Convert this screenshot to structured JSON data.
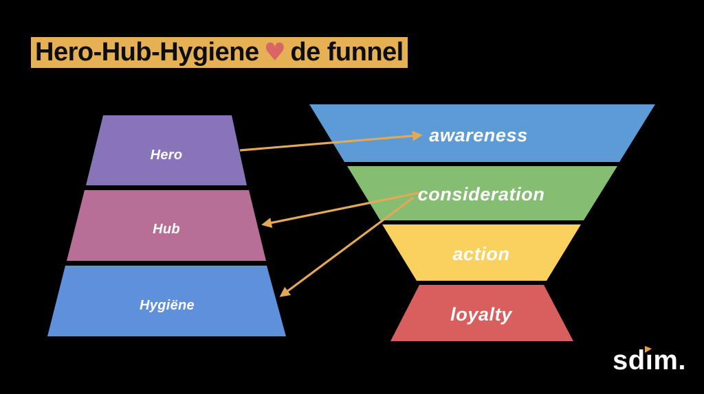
{
  "background_color": "#000000",
  "title": {
    "full_text": "Hero-Hub-Hygiene ♥ de funnel",
    "part_before_heart": "Hero-Hub-Hygiene",
    "heart_glyph": "♥",
    "part_after_heart": "de funnel",
    "highlight_color": "#E6B155",
    "text_color": "#0D0D0D",
    "heart_color": "#D96565"
  },
  "pyramid": {
    "description": "content pyramid left",
    "segments": [
      {
        "label": "Hero",
        "color": "#8774B9"
      },
      {
        "label": "Hub",
        "color": "#B76F98"
      },
      {
        "label": "Hygiëne",
        "color": "#5E90DC"
      }
    ]
  },
  "funnel": {
    "description": "marketing funnel right",
    "segments": [
      {
        "label": "awareness",
        "color": "#5C9BD6"
      },
      {
        "label": "consideration",
        "color": "#85BD72"
      },
      {
        "label": "action",
        "color": "#FAD05F"
      },
      {
        "label": "loyalty",
        "color": "#D95E5E"
      }
    ]
  },
  "arrows": {
    "color": "#E2A957",
    "items": [
      {
        "from": "Hero",
        "to": "awareness"
      },
      {
        "from": "consideration",
        "to": "Hub"
      },
      {
        "from": "consideration",
        "to": "Hygiëne"
      }
    ]
  },
  "logo": {
    "text": "sdim.",
    "part_before_i": "sd",
    "part_i": "ı",
    "part_after_i": "m.",
    "text_color": "#FFFFFF",
    "accent_color": "#E8A33D"
  }
}
